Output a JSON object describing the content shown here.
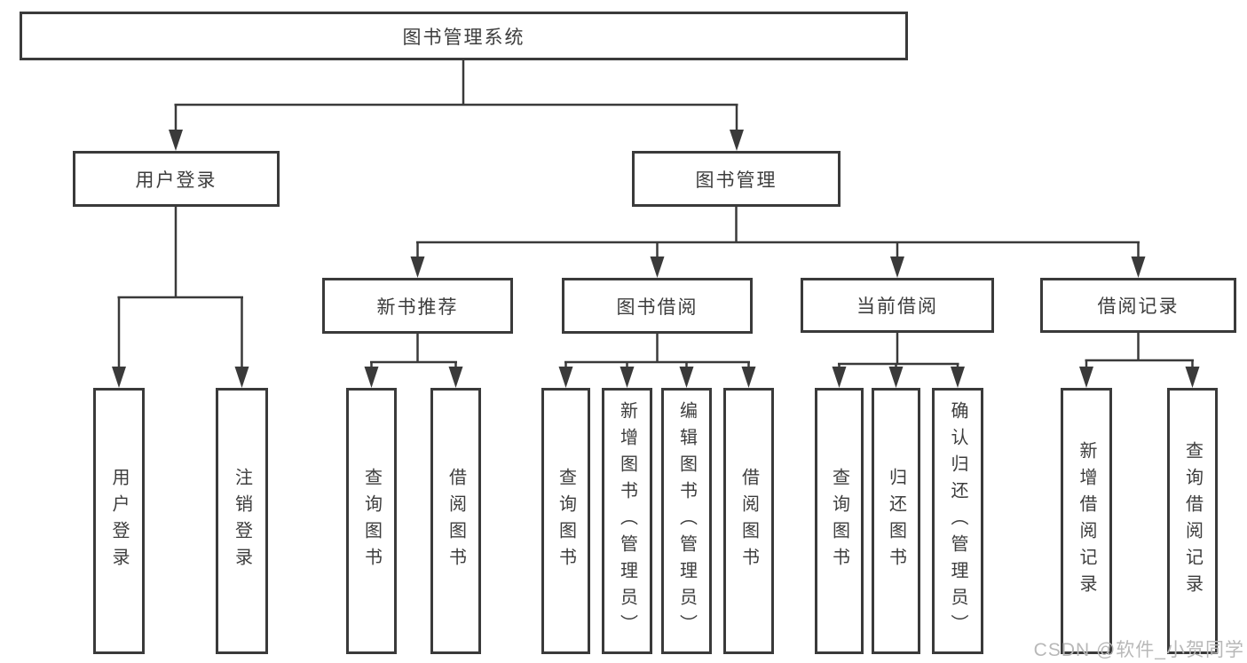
{
  "colors": {
    "line": "#3a3a3a",
    "box_border": "#3a3a3a",
    "box_fill": "#ffffff",
    "text": "#3d3d3d",
    "watermark": "#b8b8b8"
  },
  "tree": {
    "root": {
      "label": "图书管理系统"
    },
    "branches": [
      {
        "label": "用户登录",
        "children": [
          {
            "label": "用户登录"
          },
          {
            "label": "注销登录"
          }
        ]
      },
      {
        "label": "图书管理",
        "children": [
          {
            "label": "新书推荐",
            "children": [
              {
                "label": "查询图书"
              },
              {
                "label": "借阅图书"
              }
            ]
          },
          {
            "label": "图书借阅",
            "children": [
              {
                "label": "查询图书"
              },
              {
                "label": "新增图书（管理员）"
              },
              {
                "label": "编辑图书（管理员）"
              },
              {
                "label": "借阅图书"
              }
            ]
          },
          {
            "label": "当前借阅",
            "children": [
              {
                "label": "查询图书"
              },
              {
                "label": "归还图书"
              },
              {
                "label": "确认归还（管理员）"
              }
            ]
          },
          {
            "label": "借阅记录",
            "children": [
              {
                "label": "新增借阅记录"
              },
              {
                "label": "查询借阅记录"
              }
            ]
          }
        ]
      }
    ]
  },
  "watermark": {
    "text": "CSDN @软件_小贺同学"
  }
}
